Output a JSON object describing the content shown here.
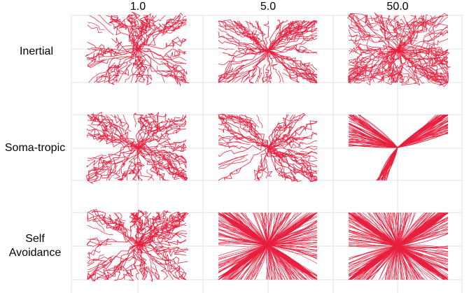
{
  "figure": {
    "column_labels": [
      "1.0",
      "5.0",
      "50.0"
    ],
    "row_labels": [
      [
        "Inertial"
      ],
      [
        "Soma-tropic"
      ],
      [
        "Self",
        "Avoidance"
      ]
    ],
    "colors": {
      "branch": "#e8203f",
      "grid": "#d9d9d9",
      "text": "#111111"
    }
  }
}
